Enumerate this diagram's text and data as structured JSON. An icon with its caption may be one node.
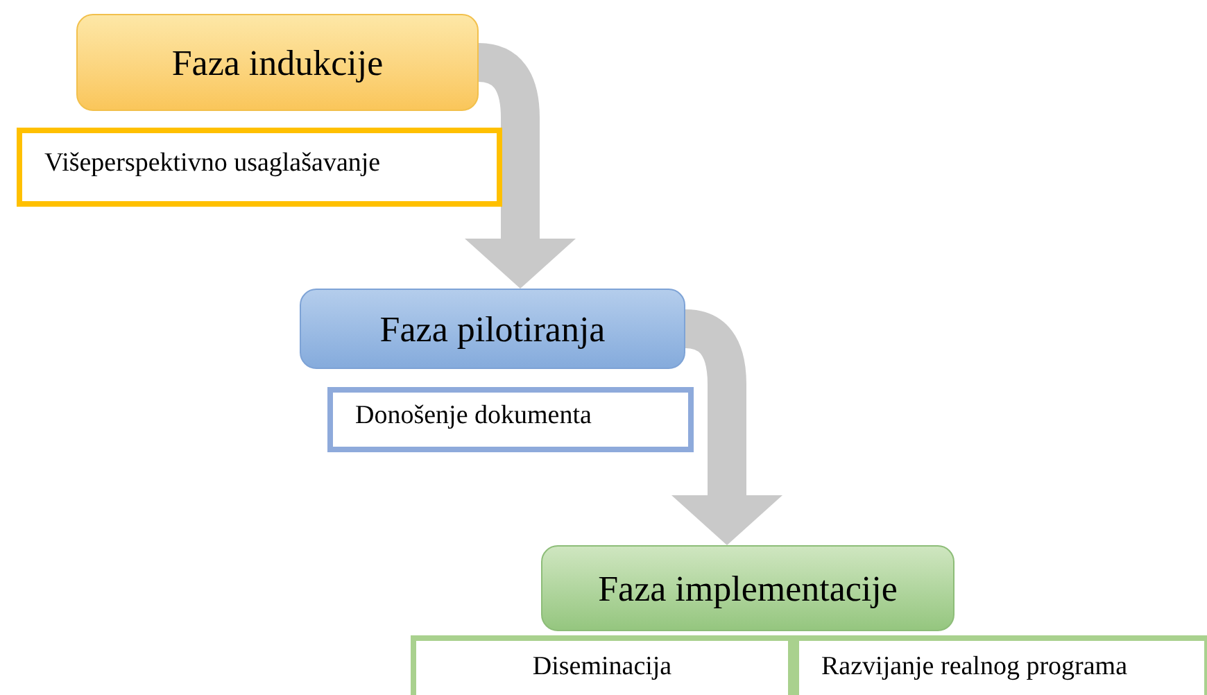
{
  "diagram": {
    "nodes": [
      {
        "text": [
          "Faza indukcije"
        ]
      },
      {
        "text": [
          "Višeperspektivno usaglašavanje"
        ]
      },
      {
        "text": [
          "Faza pilotiranja"
        ]
      },
      {
        "text": [
          "Donošenje dokumenta"
        ]
      },
      {
        "text": [
          "Faza implementacije"
        ]
      },
      {
        "text": [
          "Diseminacija"
        ]
      },
      {
        "text": [
          "Razvijanje realnog programa"
        ]
      }
    ],
    "edges": [
      {
        "from": 0,
        "to": 2,
        "arrow": "to"
      },
      {
        "from": 2,
        "to": 4,
        "arrow": "to"
      }
    ]
  }
}
